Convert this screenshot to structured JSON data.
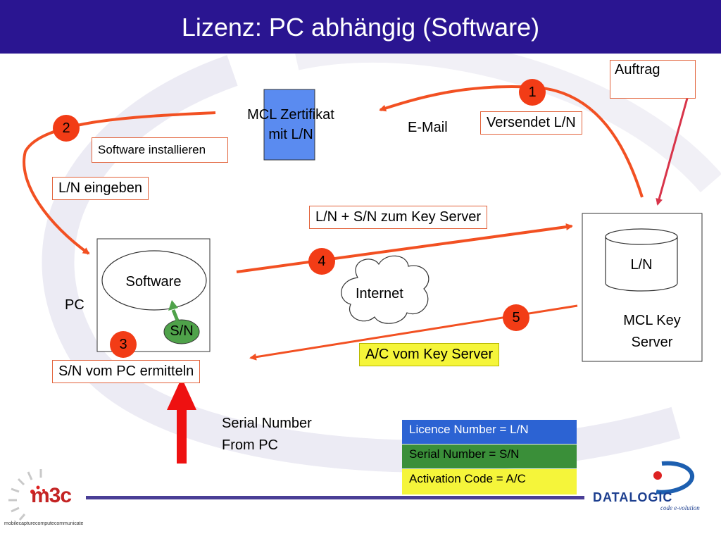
{
  "title": "Lizenz: PC abhängig (Software)",
  "labels": {
    "auftrag": "Auftrag",
    "versendet": "Versendet L/N",
    "email": "E-Mail",
    "mcl_zertifikat_line1": "MCL Zertifikat",
    "mcl_zertifikat_line2": "mit L/N",
    "software_installieren": "Software installieren",
    "ln_eingeben": "L/N eingeben",
    "ln_sn_key_server": "L/N + S/N zum Key Server",
    "software": "Software",
    "pc": "PC",
    "sn": "S/N",
    "internet": "Internet",
    "ln_db": "L/N",
    "mcl_key_line1": "MCL Key",
    "mcl_key_line2": "Server",
    "ac_key_server": "A/C vom Key Server",
    "sn_vom_pc": "S/N vom PC ermitteln",
    "serial_from_line1": "Serial Number",
    "serial_from_line2": "From PC"
  },
  "steps": [
    "1",
    "2",
    "3",
    "4",
    "5"
  ],
  "legend": [
    {
      "text": "Licence Number = L/N",
      "color": "#2c63d3"
    },
    {
      "text": "Serial Number = S/N",
      "color": "#3a8f39"
    },
    {
      "text": "Activation Code = A/C",
      "color": "#f5f53a"
    }
  ],
  "logos": {
    "left_brand": "m3c",
    "left_tagline": "mobilecapturecomputecommunicate",
    "right_brand": "DATALOGIC",
    "right_tagline": "code e-volution"
  },
  "colors": {
    "title_bar": "#2a1591",
    "arrow": "#f25022",
    "step_circle": "#f23c16",
    "certificate": "#5a8bf0",
    "sn_chip": "#4fa24a",
    "big_arrow": "#ee1111"
  }
}
